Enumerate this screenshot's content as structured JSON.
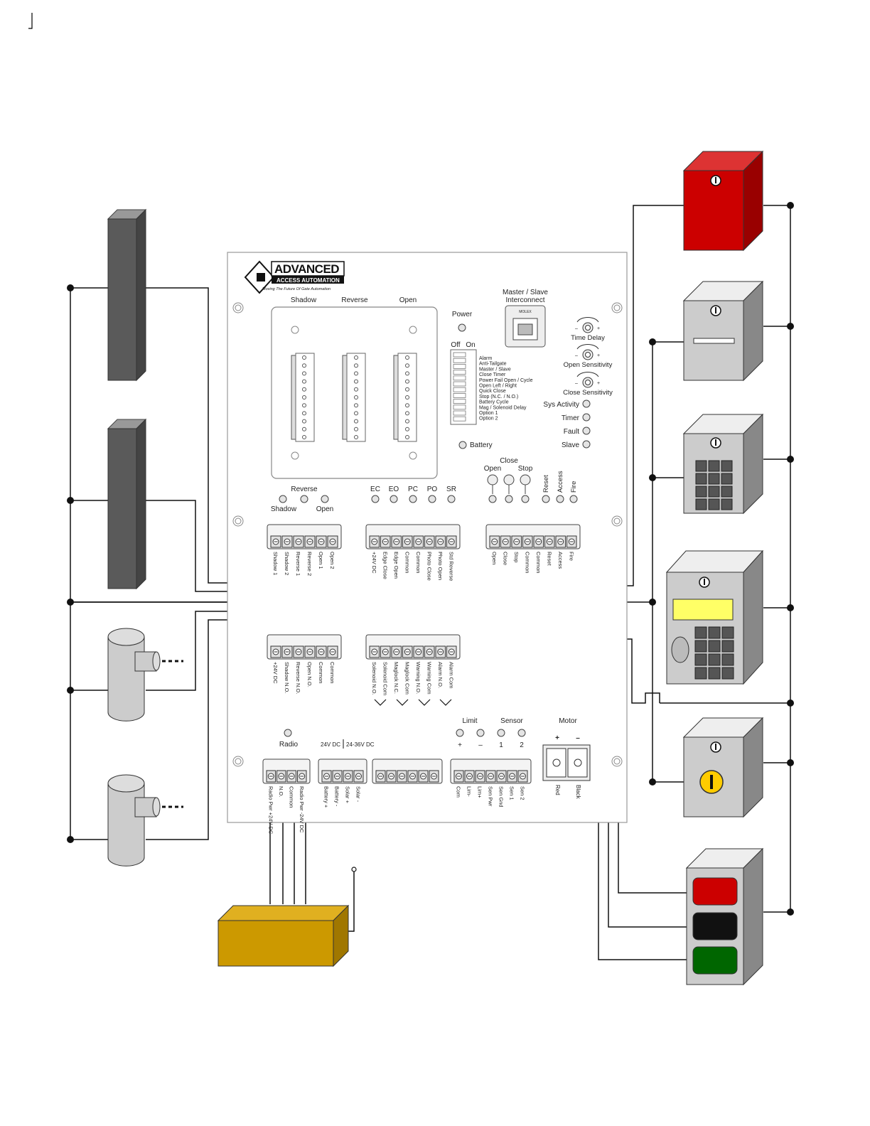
{
  "brand": {
    "name": "ADVANCED",
    "subname": "ACCESS AUTOMATION",
    "tagline": "Moving The Future Of Gate Automation"
  },
  "board": {
    "ports_top": [
      "Shadow",
      "Reverse",
      "Open"
    ],
    "power": "Power",
    "switch": {
      "off": "Off",
      "on": "On",
      "options": [
        "Alarm",
        "Anti-Tailgate",
        "Master / Slave",
        "Close Timer",
        "Power Fail Open / Cycle",
        "Open Left / Right",
        "Quick Close",
        "Stop (N.C. / N.O.)",
        "Battery Cycle",
        "Mag / Solenoid Delay",
        "Option 1",
        "Option 2"
      ]
    },
    "battery": "Battery",
    "interconnect": {
      "line1": "Master / Slave",
      "line2": "Interconnect",
      "chip": "MOLEX"
    },
    "pots": [
      "Time Delay",
      "Open Sensitivity",
      "Close Sensitivity"
    ],
    "status_leds": [
      "Sys Activity",
      "Timer",
      "Fault",
      "Slave"
    ],
    "reverse_group": {
      "title": "Reverse",
      "left": "Shadow",
      "right": "Open"
    },
    "input_leds": [
      "EC",
      "EO",
      "PC",
      "PO",
      "SR"
    ],
    "buttons": {
      "title": "Close",
      "open": "Open",
      "stop": "Stop"
    },
    "aux_leds": [
      "Reset",
      "Access",
      "Fire"
    ],
    "tb1": [
      "Shadow 1",
      "Shadow 2",
      "Reverse 1",
      "Reverse 2",
      "Open 1",
      "Open 2"
    ],
    "tb2": [
      "+24V DC",
      "Edge Close",
      "Edge Open",
      "Common",
      "Common",
      "Photo Close",
      "Photo Open",
      "Std Reverse"
    ],
    "tb3": [
      "Open",
      "Close",
      "Stop",
      "Common",
      "Common",
      "Reset",
      "Access",
      "Fire"
    ],
    "tb4": [
      "+24V DC",
      "Shadow N.O.",
      "Reverse N.O.",
      "Open N.O.",
      "Common",
      "Common"
    ],
    "tb5": [
      "Solenoid N.O.",
      "Solenoid Com",
      "Maglock N.C.",
      "Maglock Com",
      "Warning N.O.",
      "Warning Com",
      "Alarm N.O.",
      "Alarm Com"
    ],
    "radio": "Radio",
    "power_labels": [
      "24V DC",
      "24-36V DC"
    ],
    "limit_sensor": {
      "limit": "Limit",
      "sensor": "Sensor",
      "motor": "Motor",
      "plus": "+",
      "minus": "–",
      "one": "1",
      "two": "2"
    },
    "tb_radio": [
      "Radio Pwr +24V DC",
      "N.O.",
      "Common",
      "Radio Pwr -24V DC"
    ],
    "tb_batt": [
      "Battery +",
      "Battery -",
      "Solar +",
      "Solar -"
    ],
    "tb_limit": [
      "Com",
      "Lim-",
      "Lim+",
      "Sen Pwr",
      "Sen Gnd",
      "Sen 1",
      "Sen 2"
    ],
    "tb_motor": [
      "Red",
      "Black"
    ]
  },
  "colors": {
    "fire_box": "#cc0000",
    "radio_box": "#cc9900",
    "red_button": "#cc0000",
    "black_button": "#111111",
    "green_button": "#006600",
    "lcd": "#ffff66",
    "key": "#ffcc00"
  }
}
